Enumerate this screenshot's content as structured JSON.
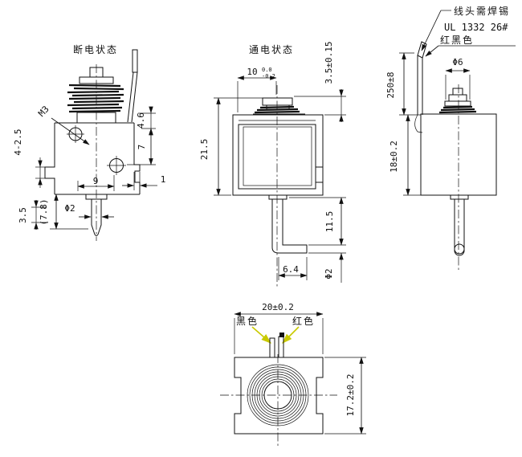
{
  "page": {
    "background": "#ffffff",
    "line_color": "#111111",
    "leader_color": "#c9ca00"
  },
  "views": {
    "deenergized": {
      "title": "断电状态",
      "thread_label": "M3",
      "dims": {
        "pattern": "4-2.5",
        "tip_len": "3.5",
        "overall_ref": "(7.8)",
        "rod_dia": "Φ2",
        "hole_span": "9",
        "step": "1",
        "wire_offset": "4.6",
        "hole_depth": "7"
      }
    },
    "energized": {
      "title": "通电状态",
      "dims": {
        "plate_width": "10",
        "plate_width_tol_upper": "0.0",
        "plate_width_tol_lower": "-0.2",
        "cap_height": "3.5±0.15",
        "total_height": "21.5",
        "rod_length": "11.5",
        "foot_length": "6.4",
        "rod_dia": "Φ2"
      }
    },
    "side": {
      "notes": {
        "solder": "线头需焊锡",
        "wire_spec": "UL 1332 26#",
        "wire_colors": "红黑色"
      },
      "dims": {
        "lead_length": "250±8",
        "cap_dia": "Φ6",
        "body_height": "18±0.2"
      }
    },
    "bottom": {
      "labels": {
        "black_wire": "黑色",
        "red_wire": "红色"
      },
      "dims": {
        "body_width": "20±0.2",
        "body_depth": "17.2±0.2"
      }
    }
  }
}
